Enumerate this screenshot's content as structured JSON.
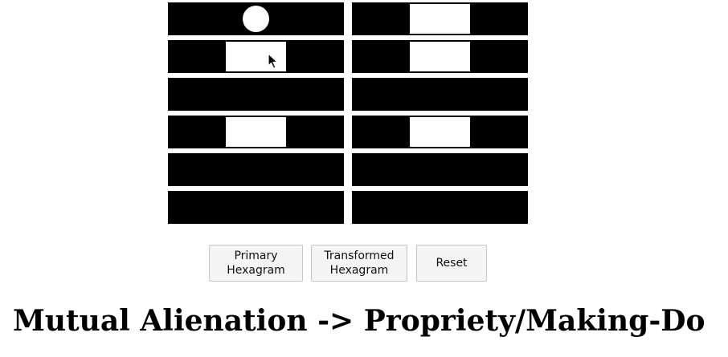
{
  "hexagrams": {
    "primary": {
      "lines": [
        {
          "type": "solid",
          "changing": true
        },
        {
          "type": "broken",
          "changing": false
        },
        {
          "type": "solid",
          "changing": false
        },
        {
          "type": "broken",
          "changing": false
        },
        {
          "type": "solid",
          "changing": false
        },
        {
          "type": "solid",
          "changing": false
        }
      ]
    },
    "transformed": {
      "lines": [
        {
          "type": "broken"
        },
        {
          "type": "broken"
        },
        {
          "type": "solid"
        },
        {
          "type": "broken"
        },
        {
          "type": "solid"
        },
        {
          "type": "solid"
        }
      ]
    }
  },
  "buttons": {
    "primary_line1": "Primary",
    "primary_line2": "Hexagram",
    "transformed_line1": "Transformed",
    "transformed_line2": "Hexagram",
    "reset": "Reset"
  },
  "title": "Mutual Alienation -> Propriety/Making-Do",
  "colors": {
    "line": "#000000",
    "background": "#ffffff",
    "button_bg": "#f4f4f5",
    "button_border": "#c6c6c9"
  }
}
